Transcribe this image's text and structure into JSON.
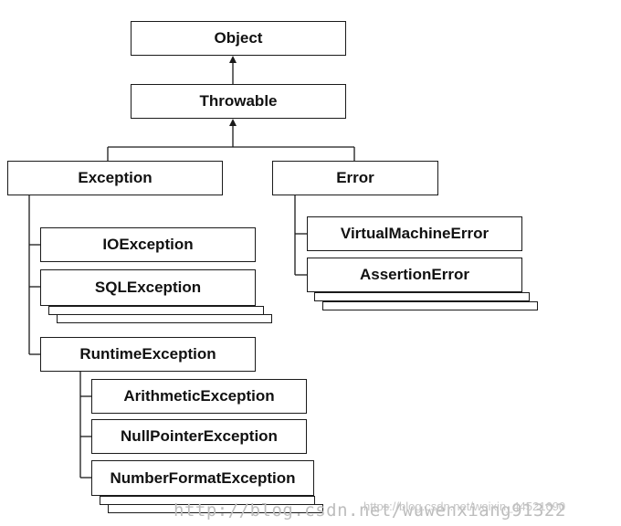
{
  "diagram": {
    "nodes": {
      "object": "Object",
      "throwable": "Throwable",
      "exception": "Exception",
      "error": "Error",
      "io_exception": "IOException",
      "sql_exception": "SQLException",
      "runtime_exception": "RuntimeException",
      "arithmetic_exception": "ArithmeticException",
      "null_pointer_exception": "NullPointerException",
      "number_format_exception": "NumberFormatException",
      "virtual_machine_error": "VirtualMachineError",
      "assertion_error": "AssertionError"
    },
    "hierarchy": [
      {
        "parent": "Object",
        "child": "Throwable"
      },
      {
        "parent": "Throwable",
        "child": "Exception"
      },
      {
        "parent": "Throwable",
        "child": "Error"
      },
      {
        "parent": "Exception",
        "child": "IOException"
      },
      {
        "parent": "Exception",
        "child": "SQLException"
      },
      {
        "parent": "Exception",
        "child": "RuntimeException"
      },
      {
        "parent": "RuntimeException",
        "child": "ArithmeticException"
      },
      {
        "parent": "RuntimeException",
        "child": "NullPointerException"
      },
      {
        "parent": "RuntimeException",
        "child": "NumberFormatException"
      },
      {
        "parent": "Error",
        "child": "VirtualMachineError"
      },
      {
        "parent": "Error",
        "child": "AssertionError"
      }
    ],
    "line_color": "#1a1a1a"
  },
  "watermark": {
    "url_text": "http://blog.csdn.net/wuwenxiang91322",
    "site_text": "https://blog.csdn.net/weixin_44521690"
  }
}
